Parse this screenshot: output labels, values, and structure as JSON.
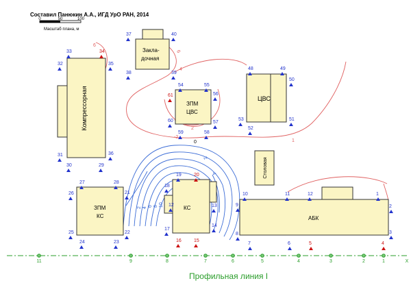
{
  "header": {
    "author": "Составил Панюкин А.А., ИГД УрО РАН, 2014",
    "scale_ticks": [
      "0",
      "50",
      "100"
    ],
    "scale_title": "Масштаб плана, м"
  },
  "buildings": {
    "kompressornaya": "Компрессорная",
    "zakladochnaya": "Закла-\nдочная",
    "cvs": "ЦВС",
    "zpm_cvs_1": "ЗПМ",
    "zpm_cvs_2": "ЦВС",
    "stolovaya": "Столовая",
    "zpm_ks_1": "ЗПМ",
    "zpm_ks_2": "КС",
    "ks": "КС",
    "abk": "АБК"
  },
  "points": {
    "p37": "37",
    "p40": "40",
    "p38": "38",
    "p39": "39",
    "p33": "33",
    "p34": "34",
    "p32": "32",
    "p35": "35",
    "p31": "31",
    "p36": "36",
    "p30": "30",
    "p29": "29",
    "p48": "48",
    "p49": "49",
    "p50": "50",
    "p53": "53",
    "p51": "51",
    "p52": "52",
    "p54": "54",
    "p55": "55",
    "p61": "61",
    "p56": "56",
    "p60": "60",
    "p57": "57",
    "p59": "59",
    "p58": "58",
    "p27": "27",
    "p28": "28",
    "p26": "26",
    "p21": "21",
    "p25": "25",
    "p22": "22",
    "p24": "24",
    "p23": "23",
    "p19": "19",
    "p20": "20",
    "p18": "18",
    "p13": "13",
    "p17": "17",
    "p14": "14",
    "p16": "16",
    "p15": "15",
    "p12k": "12",
    "p10": "10",
    "p11": "11",
    "p12": "12",
    "p1": "1",
    "p9": "9",
    "p2": "2",
    "p8": "8",
    "p3": "3",
    "p7": "7",
    "p6": "6",
    "p5": "5",
    "p4": "4"
  },
  "isolines": {
    "red": [
      "6",
      "4",
      "2",
      "-2",
      "0",
      "1",
      "6",
      "4"
    ],
    "blue": [
      "0",
      "2",
      "4",
      "6",
      "8",
      "10",
      "12",
      "14",
      "16",
      "4",
      "2",
      "0",
      "0"
    ]
  },
  "profile": {
    "title": "Профильная линия I",
    "stations": [
      "11",
      "9",
      "8",
      "7",
      "6",
      "5",
      "4",
      "3",
      "2",
      "1",
      "X"
    ]
  },
  "colors": {
    "building_fill": "#fbf5c4",
    "red_isoline": "#e06060",
    "blue_isoline": "#3a6bd6",
    "point_blue": "#2233cc",
    "point_red": "#cc1111",
    "profile_green": "#2a9d2a"
  }
}
